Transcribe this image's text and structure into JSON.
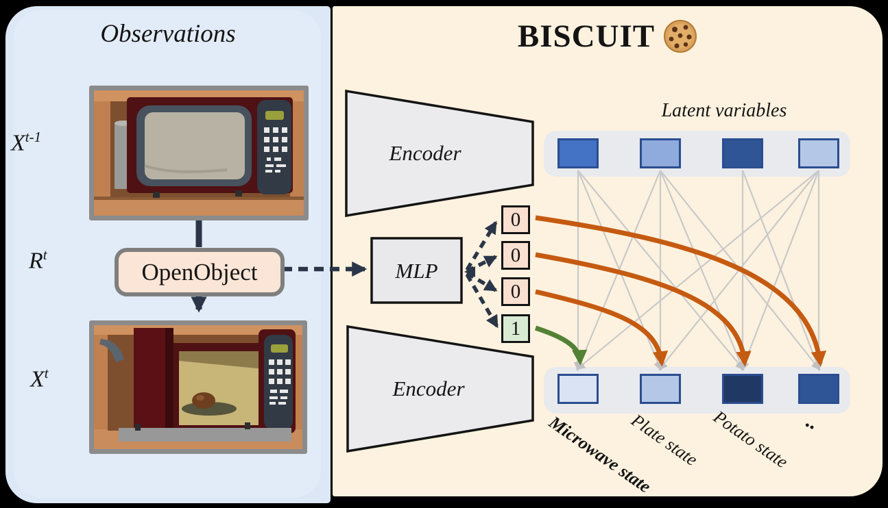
{
  "colors": {
    "canvas_bg": "#000000",
    "left_panel": "#dce8f5",
    "left_panel_inner": "#e7effa",
    "right_panel": "#fdf2df",
    "container_gray": "#e8eaee",
    "encoder_fill": "#ebebed",
    "mlp_fill": "#e9e9eb",
    "shape_border": "#141414",
    "action_box_fill": "#fae0d1",
    "flag_box_fill": "#d9ead3",
    "open_object_fill": "#fbe5d6",
    "open_object_border": "#7f7f7f",
    "dark_arrow": "#2a3648",
    "orange": "#c55a11",
    "green": "#538135",
    "gray_line": "#c9c9c9",
    "text": "#141414"
  },
  "left_panel": {
    "title": "Observations",
    "labels": {
      "x_prev": {
        "base": "X",
        "sup": "t-1"
      },
      "r": {
        "base": "R",
        "sup": "t"
      },
      "x": {
        "base": "X",
        "sup": "t"
      }
    },
    "action_button": "OpenObject",
    "images": [
      {
        "name": "microwave-closed"
      },
      {
        "name": "microwave-open-with-potato"
      }
    ]
  },
  "right_panel": {
    "title": "BISCUIT",
    "title_icon": "cookie",
    "latent_label": "Latent variables",
    "encoder_top": "Encoder",
    "encoder_bottom": "Encoder",
    "mlp": "MLP",
    "action_flags": [
      "0",
      "0",
      "0",
      "1"
    ],
    "top_squares": [
      {
        "fill": "#4472c4"
      },
      {
        "fill": "#8faadc"
      },
      {
        "fill": "#2f5597"
      },
      {
        "fill": "#b4c7e7"
      }
    ],
    "bottom_squares": [
      {
        "fill": "#dae3f3"
      },
      {
        "fill": "#b4c7e7"
      },
      {
        "fill": "#203864"
      },
      {
        "fill": "#2f5597"
      }
    ],
    "bottom_labels": [
      "Microwave state",
      "Plate state",
      "Potato state",
      ".."
    ],
    "edges": [
      [
        0,
        0
      ],
      [
        0,
        1
      ],
      [
        0,
        2
      ],
      [
        1,
        0
      ],
      [
        1,
        1
      ],
      [
        1,
        2
      ],
      [
        1,
        3
      ],
      [
        2,
        2
      ],
      [
        2,
        3
      ],
      [
        3,
        0
      ],
      [
        3,
        1
      ],
      [
        3,
        2
      ],
      [
        3,
        3
      ]
    ],
    "flag_links": [
      {
        "flag": 0,
        "to_state": 3,
        "color_key": "orange"
      },
      {
        "flag": 1,
        "to_state": 2,
        "color_key": "orange"
      },
      {
        "flag": 2,
        "to_state": 1,
        "color_key": "orange"
      },
      {
        "flag": 3,
        "to_state": 0,
        "color_key": "green"
      }
    ]
  }
}
